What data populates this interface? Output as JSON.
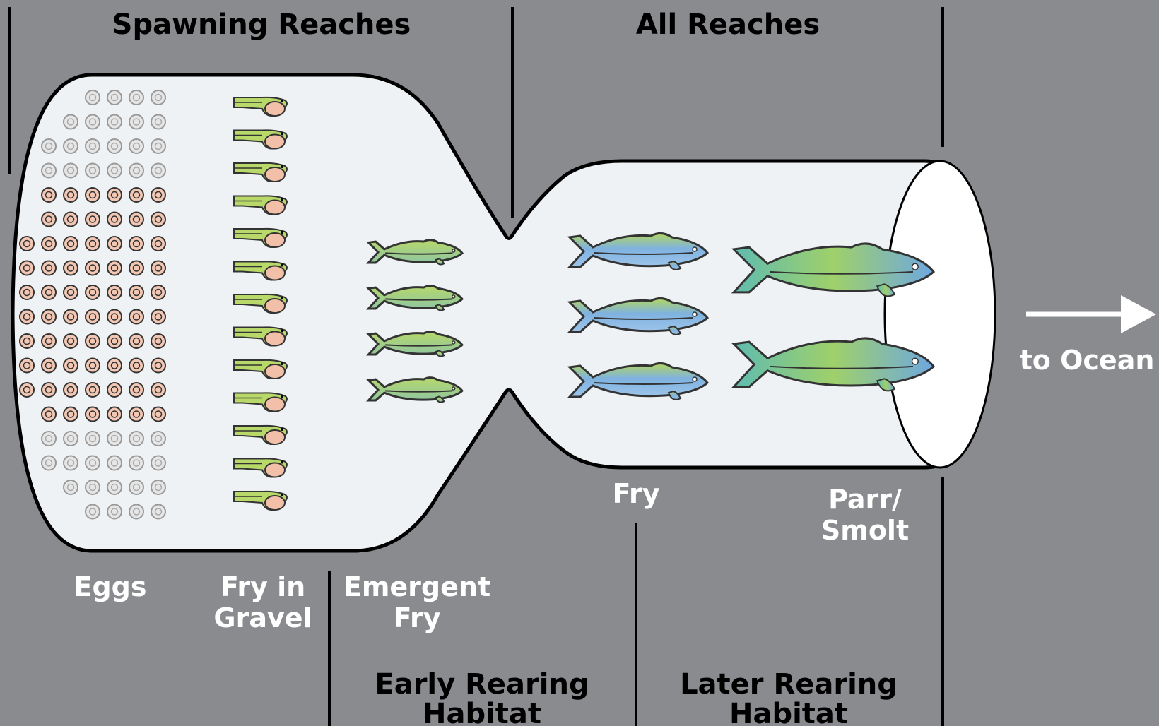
{
  "headers": {
    "spawning_reaches": "Spawning Reaches",
    "all_reaches": "All Reaches"
  },
  "stages": {
    "eggs": "Eggs",
    "fry_in_gravel": [
      "Fry in",
      "Gravel"
    ],
    "emergent_fry": [
      "Emergent",
      "Fry"
    ],
    "fry": "Fry",
    "parr_smolt": [
      "Parr/",
      "Smolt"
    ]
  },
  "habitats": {
    "early_rearing": [
      "Early Rearing",
      "Habitat"
    ],
    "later_rearing": [
      "Later Rearing",
      "Habitat"
    ]
  },
  "ocean_label": "to Ocean",
  "counts": {
    "egg_rows": [
      4,
      5,
      6,
      6,
      6,
      6,
      7,
      7,
      7,
      7,
      7,
      7,
      7,
      6,
      6,
      6,
      5,
      4
    ],
    "faded_egg_rows": [
      0,
      1,
      2,
      3,
      14,
      15,
      16,
      17
    ],
    "fry_in_gravel": 13,
    "emergent_fry": 4,
    "fry": 3,
    "parr_smolt": 2
  },
  "colors": {
    "background": "#8a8b8f",
    "vessel_fill": "#eef2f4",
    "vessel_outline": "#000000",
    "egg_fill": "#f2c7b4",
    "egg_faded": "#e6e6e6",
    "emergent_fry_green": "#9ccf5a",
    "fry_blue": "#7fb2e0",
    "parr_teal": "#5fbcb0",
    "label_white": "#ffffff"
  }
}
